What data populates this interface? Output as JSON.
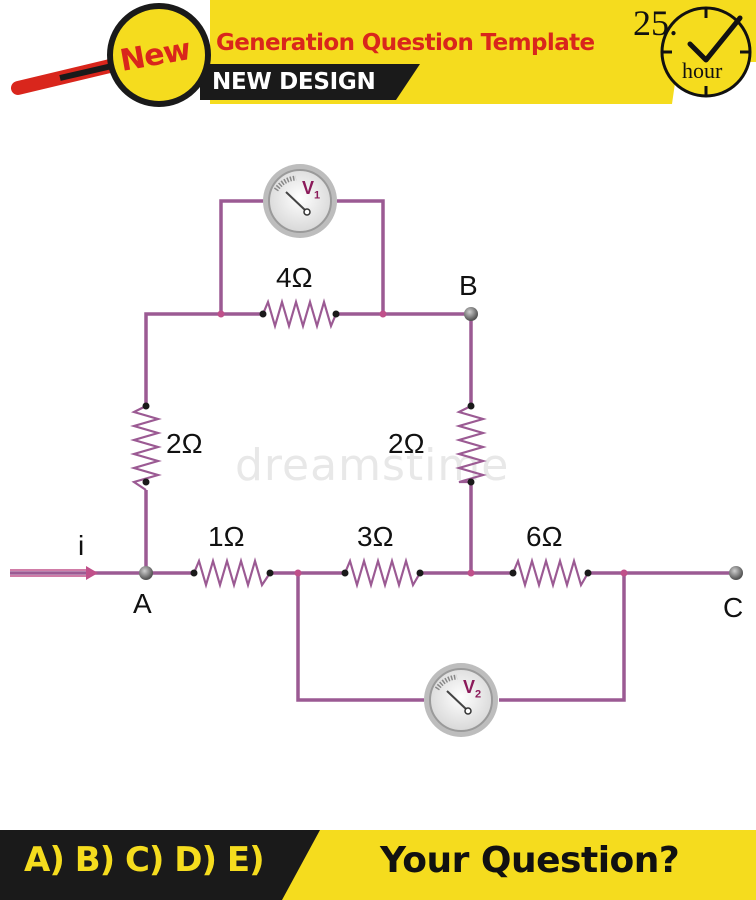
{
  "header": {
    "badge": "New",
    "title": "Generation Question Template",
    "subtitle": "NEW DESIGN",
    "timer_number": "25.",
    "timer_unit": "hour"
  },
  "circuit": {
    "nodes": {
      "a": "A",
      "b": "B",
      "c": "C"
    },
    "current": "i",
    "resistors": {
      "r_top": "4Ω",
      "r_left": "2Ω",
      "r_right": "2Ω",
      "r_1": "1Ω",
      "r_3": "3Ω",
      "r_6": "6Ω"
    },
    "meters": {
      "v1": "V",
      "v1_sub": "1",
      "v2": "V",
      "v2_sub": "2"
    },
    "wire_color": "#9b5a93"
  },
  "watermark": "dreamstime",
  "footer": {
    "answers": "A) B) C) D) E)",
    "question": "Your Question?",
    "accent": "#f5dc1e"
  }
}
